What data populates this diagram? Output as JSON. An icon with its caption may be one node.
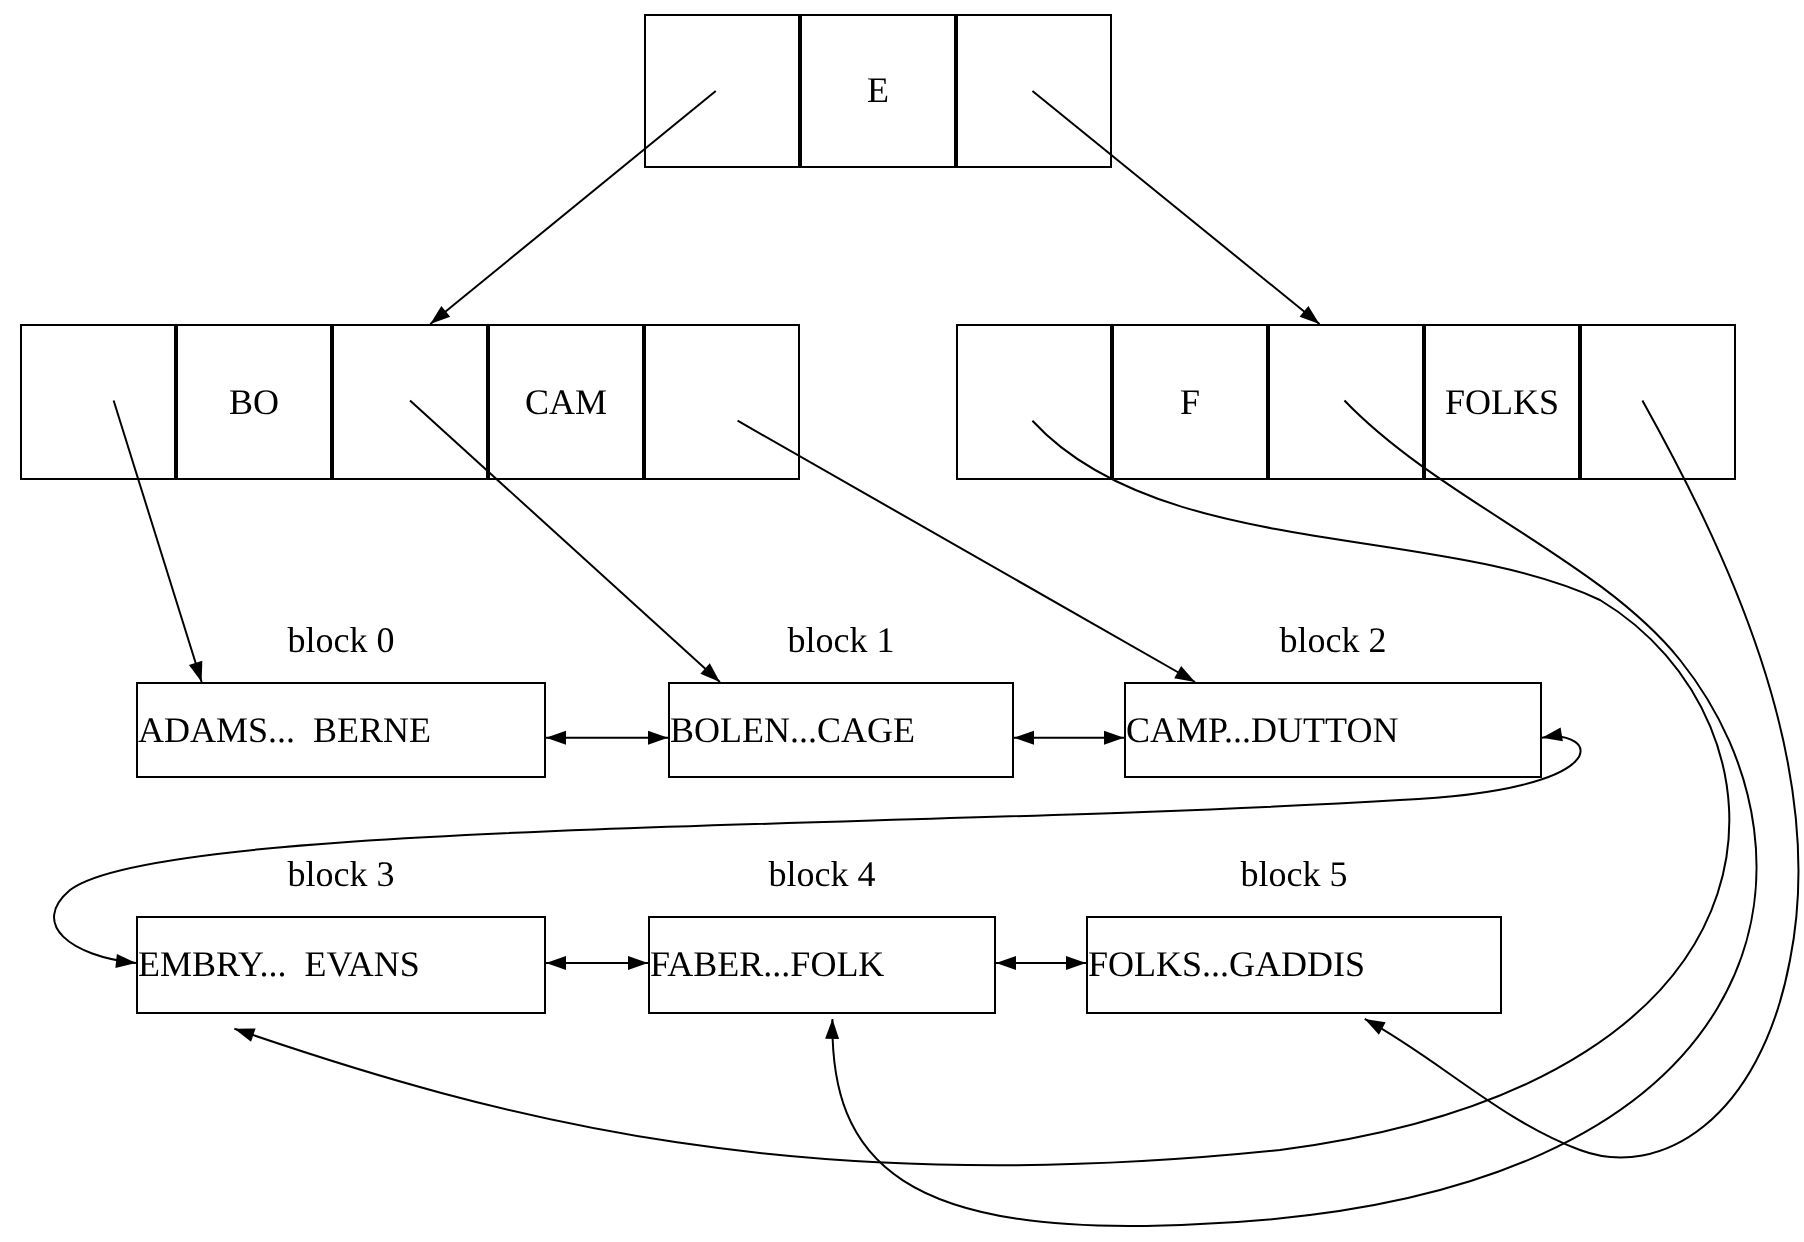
{
  "diagram": {
    "nodes": [
      {
        "text": [],
        "shape": "box"
      },
      {
        "text": [
          "E"
        ]
      },
      {
        "text": [],
        "shape": "box"
      },
      {
        "text": [],
        "shape": "box"
      },
      {
        "text": [
          "BO"
        ]
      },
      {
        "text": [],
        "shape": "box"
      },
      {
        "text": [
          "CAM"
        ]
      },
      {
        "text": [],
        "shape": "box"
      },
      {
        "text": [],
        "shape": "box"
      },
      {
        "text": [
          "F"
        ]
      },
      {
        "text": [],
        "shape": "box"
      },
      {
        "text": [
          "FOLKS"
        ]
      },
      {
        "text": [],
        "shape": "box"
      },
      {
        "text": [
          "ADAMS...  BERNE"
        ],
        "beside": [
          "block 0"
        ]
      },
      {
        "text": [
          "BOLEN...CAGE"
        ],
        "beside": [
          "block 1"
        ]
      },
      {
        "text": [
          "CAMP...DUTTON"
        ],
        "beside": [
          "block 2"
        ]
      },
      {
        "text": [
          "EMBRY...  EVANS"
        ],
        "beside": [
          "block 3"
        ]
      },
      {
        "text": [
          "FABER...FOLK"
        ],
        "beside": [
          "block 4"
        ]
      },
      {
        "text": [
          "FOLKS...GADDIS"
        ],
        "beside": [
          "block 5"
        ]
      }
    ],
    "edges": [
      {
        "from": 0,
        "to": 5,
        "arrow": "to"
      },
      {
        "from": 2,
        "to": 10,
        "arrow": "to"
      },
      {
        "from": 3,
        "to": 13,
        "arrow": "to"
      },
      {
        "from": 5,
        "to": 14,
        "arrow": "to"
      },
      {
        "from": 7,
        "to": 15,
        "arrow": "to"
      },
      {
        "from": 8,
        "to": 16,
        "arrow": "to"
      },
      {
        "from": 10,
        "to": 17,
        "arrow": "to"
      },
      {
        "from": 12,
        "to": 18,
        "arrow": "to"
      },
      {
        "from": 13,
        "to": 14,
        "arrow": "both"
      },
      {
        "from": 14,
        "to": 15,
        "arrow": "both"
      },
      {
        "from": 15,
        "to": 16,
        "arrow": "both"
      },
      {
        "from": 16,
        "to": 17,
        "arrow": "both"
      },
      {
        "from": 17,
        "to": 18,
        "arrow": "both"
      }
    ]
  }
}
